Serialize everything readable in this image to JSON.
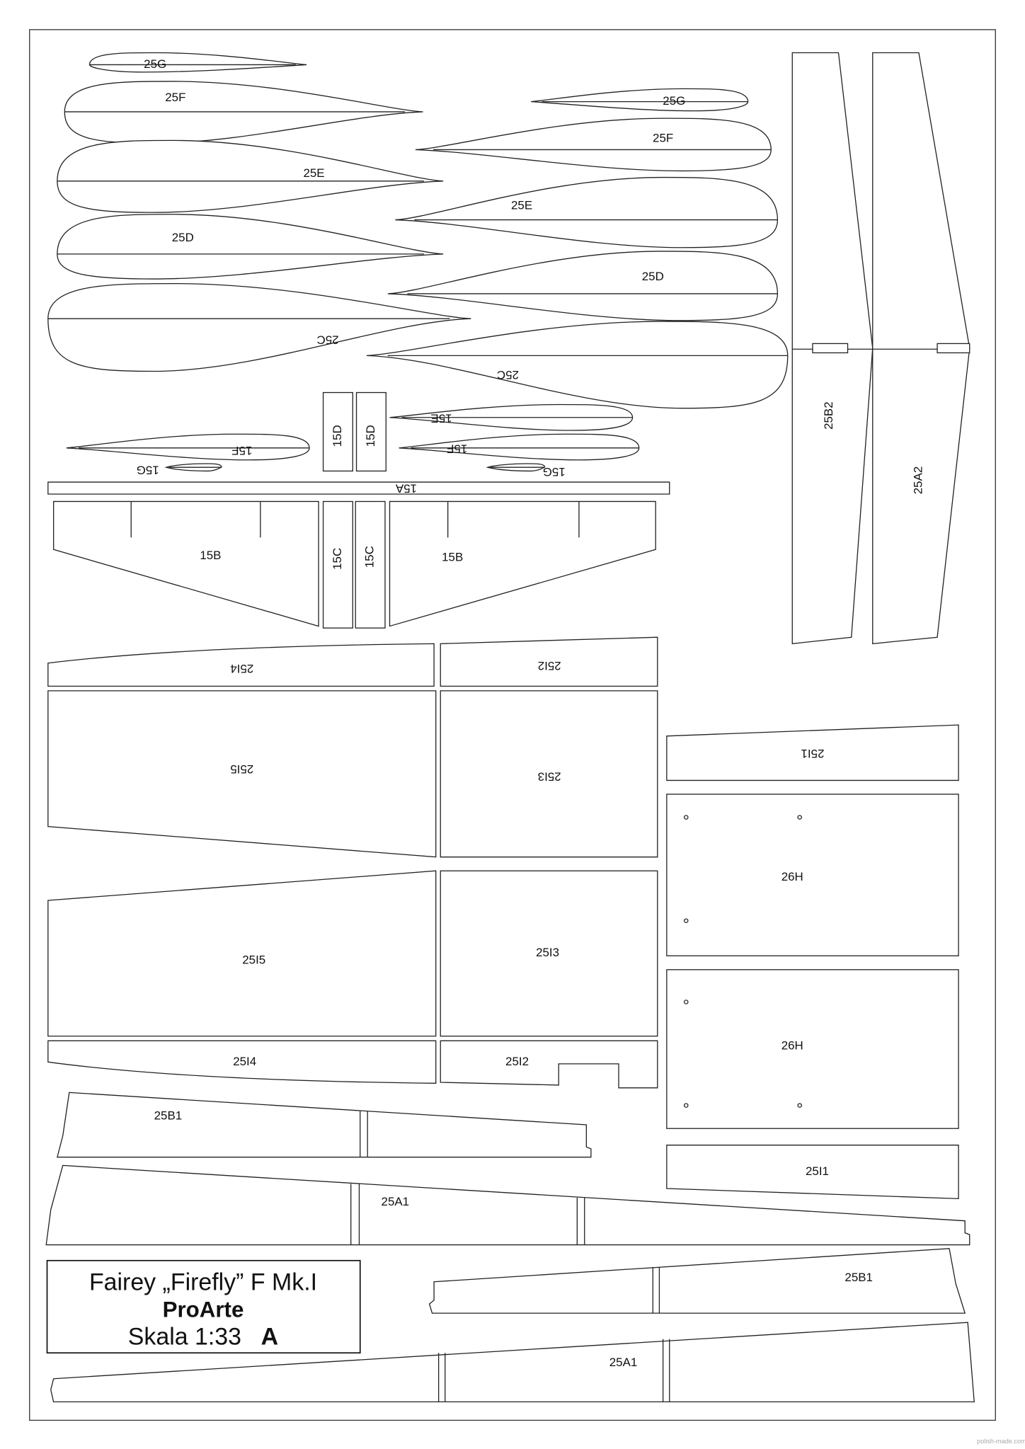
{
  "title_block": {
    "model": "Fairey „Firefly” F Mk.I",
    "publisher": "ProArte",
    "scale": "Skala 1:33",
    "sheet": "A"
  },
  "watermark": "polish-made.com",
  "labels": {
    "p25G_l": "25G",
    "p25F_l": "25F",
    "p25E_l": "25E",
    "p25D_l": "25D",
    "p25C_l": "25C",
    "p25G_r": "25G",
    "p25F_r": "25F",
    "p25E_r": "25E",
    "p25D_r": "25D",
    "p25C_r": "25C",
    "p25B2": "25B2",
    "p25A2": "25A2",
    "p15D_a": "15D",
    "p15D_b": "15D",
    "p15E": "15E",
    "p15F_l": "15F",
    "p15F_r": "15F",
    "p15G_l": "15G",
    "p15G_r": "15G",
    "p15A": "15A",
    "p15B_l": "15B",
    "p15B_r": "15B",
    "p15C_a": "15C",
    "p15C_b": "15C",
    "p25I4_top": "25I4",
    "p25I2_top": "25I2",
    "p25I5_top": "25I5",
    "p25I3_top": "25I3",
    "p25I1_top": "25I1",
    "p26H_a": "26H",
    "p26H_b": "26H",
    "p25I5": "25I5",
    "p25I3": "25I3",
    "p25I4": "25I4",
    "p25I2": "25I2",
    "p25I1": "25I1",
    "p25B1_a": "25B1",
    "p25A1_a": "25A1",
    "p25B1_b": "25B1",
    "p25A1_b": "25A1"
  }
}
